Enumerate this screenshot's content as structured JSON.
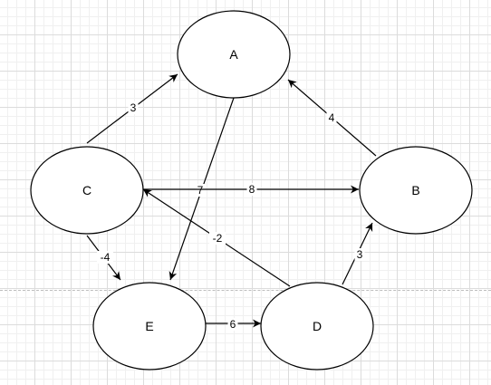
{
  "nodes": [
    {
      "id": "A",
      "label": "A"
    },
    {
      "id": "B",
      "label": "B"
    },
    {
      "id": "C",
      "label": "C"
    },
    {
      "id": "D",
      "label": "D"
    },
    {
      "id": "E",
      "label": "E"
    }
  ],
  "edges": [
    {
      "from": "C",
      "to": "A",
      "weight": "3"
    },
    {
      "from": "B",
      "to": "A",
      "weight": "4"
    },
    {
      "from": "A",
      "to": "E",
      "weight": "7"
    },
    {
      "from": "C",
      "to": "B",
      "weight": "8"
    },
    {
      "from": "D",
      "to": "C",
      "weight": "-2"
    },
    {
      "from": "C",
      "to": "E",
      "weight": "-4"
    },
    {
      "from": "D",
      "to": "B",
      "weight": "3"
    },
    {
      "from": "E",
      "to": "D",
      "weight": "6"
    }
  ],
  "colors": {
    "stroke": "#000000",
    "fill": "#ffffff"
  }
}
